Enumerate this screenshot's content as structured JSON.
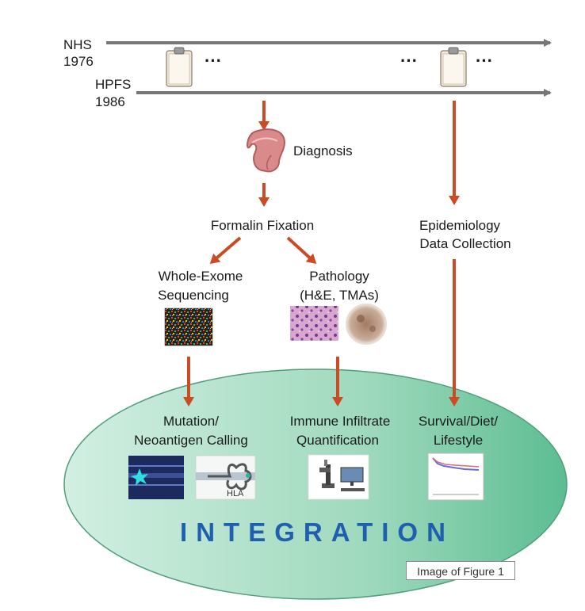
{
  "timeline": {
    "cohort1_name": "NHS",
    "cohort1_year": "1976",
    "cohort2_name": "HPFS",
    "cohort2_year": "1986",
    "ellipsis": "···"
  },
  "nodes": {
    "diagnosis": "Diagnosis",
    "formalin": "Formalin Fixation",
    "epi_line1": "Epidemiology",
    "epi_line2": "Data Collection",
    "wes_line1": "Whole-Exome",
    "wes_line2": "Sequencing",
    "path_line1": "Pathology",
    "path_line2": "(H&E, TMAs)",
    "mut_line1": "Mutation/",
    "mut_line2": "Neoantigen Calling",
    "imm_line1": "Immune Infiltrate",
    "imm_line2": "Quantification",
    "surv_line1": "Survival/Diet/",
    "surv_line2": "Lifestyle",
    "hla_label": "HLA"
  },
  "integration": "INTEGRATION",
  "caption": "Image of Figure 1",
  "colors": {
    "timeline": "#777777",
    "arrow": "#cc4a24",
    "integration_text": "#1f5fb0",
    "ellipse_light": "#cfeee0",
    "ellipse_dark": "#5cbd92"
  }
}
